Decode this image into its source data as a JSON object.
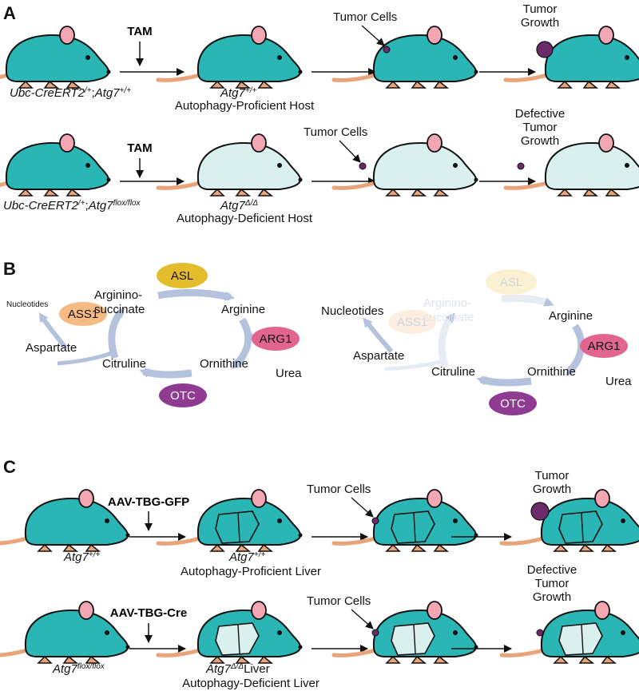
{
  "colors": {
    "mouse_teal": "#2bb6b6",
    "mouse_pale": "#d9f0ef",
    "ear_pink": "#f2a7b3",
    "tail_tan": "#e9a47a",
    "tumor_purple": "#6b2a6a",
    "red_label": "#e21b23",
    "cycle_arrow": "#b5c2dd",
    "ASL": "#e3bd2b",
    "ASS1": "#f6ba85",
    "ARG1": "#e1658f",
    "OTC": "#8e3b91"
  },
  "panelA": {
    "label": "A",
    "row1": {
      "treatment": "TAM",
      "genotype_start_gene": "Ubc-CreERT2",
      "genotype_start_sup1": "/+",
      "genotype_start_sep": ";",
      "genotype_start_gene2": "Atg7",
      "genotype_start_sup2": "+/+",
      "host_gene": "Atg7",
      "host_sup": "+/+",
      "host_desc": "Autophagy-Proficient Host",
      "tumor_cells": "Tumor Cells",
      "outcome_lines": [
        "Tumor",
        "Growth"
      ]
    },
    "row2": {
      "treatment": "TAM",
      "genotype_start_gene": "Ubc-CreERT2",
      "genotype_start_sup1": "/+",
      "genotype_start_sep": ";",
      "genotype_start_gene2": "Atg7",
      "genotype_start_sup2": "flox/flox",
      "host_gene": "Atg7",
      "host_sup": "Δ/Δ",
      "host_desc": "Autophagy-Deficient Host",
      "tumor_cells": "Tumor Cells",
      "outcome_lines": [
        "Defective",
        "Tumor",
        "Growth"
      ]
    }
  },
  "panelB": {
    "label": "B",
    "left": {
      "metabolites": {
        "argininosuccinate_1": "Arginino-",
        "argininosuccinate_2": "succinate",
        "arginine": "Arginine",
        "urea": "Urea",
        "ornithine": "Ornithine",
        "citruline": "Citruline",
        "aspartate": "Aspartate",
        "nucleotides": "Nucleotides"
      },
      "enzymes": {
        "asl": "ASL",
        "ass1": "ASS1",
        "arg1": "ARG1",
        "otc": "OTC"
      }
    },
    "right": {
      "metabolites": {
        "argininosuccinate_1": "Arginino-",
        "argininosuccinate_2": "succinate",
        "arginine": "Arginine",
        "urea": "Urea",
        "ornithine": "Ornithine",
        "citruline": "Citruline",
        "aspartate": "Aspartate",
        "nucleotides": "Nucleotides"
      },
      "enzymes": {
        "asl": "ASL",
        "ass1": "ASS1",
        "arg1": "ARG1",
        "otc": "OTC"
      }
    }
  },
  "panelC": {
    "label": "C",
    "row1": {
      "treatment": "AAV-TBG-GFP",
      "genotype_start_gene": "Atg7",
      "genotype_start_sup": "+/+",
      "host_gene": "Atg7",
      "host_sup": "+/+",
      "host_suffix": "",
      "host_desc": "Autophagy-Proficient Liver",
      "tumor_cells": "Tumor Cells",
      "outcome_lines": [
        "Tumor",
        "Growth"
      ]
    },
    "row2": {
      "treatment": "AAV-TBG-Cre",
      "genotype_start_gene": "Atg7",
      "genotype_start_sup": "flox/flox",
      "host_gene": "Atg7",
      "host_sup": "Δ/Δ",
      "host_suffix": "Liver",
      "host_desc": "Autophagy-Deficient Liver",
      "tumor_cells": "Tumor Cells",
      "outcome_lines": [
        "Defective",
        "Tumor",
        "Growth"
      ]
    }
  }
}
